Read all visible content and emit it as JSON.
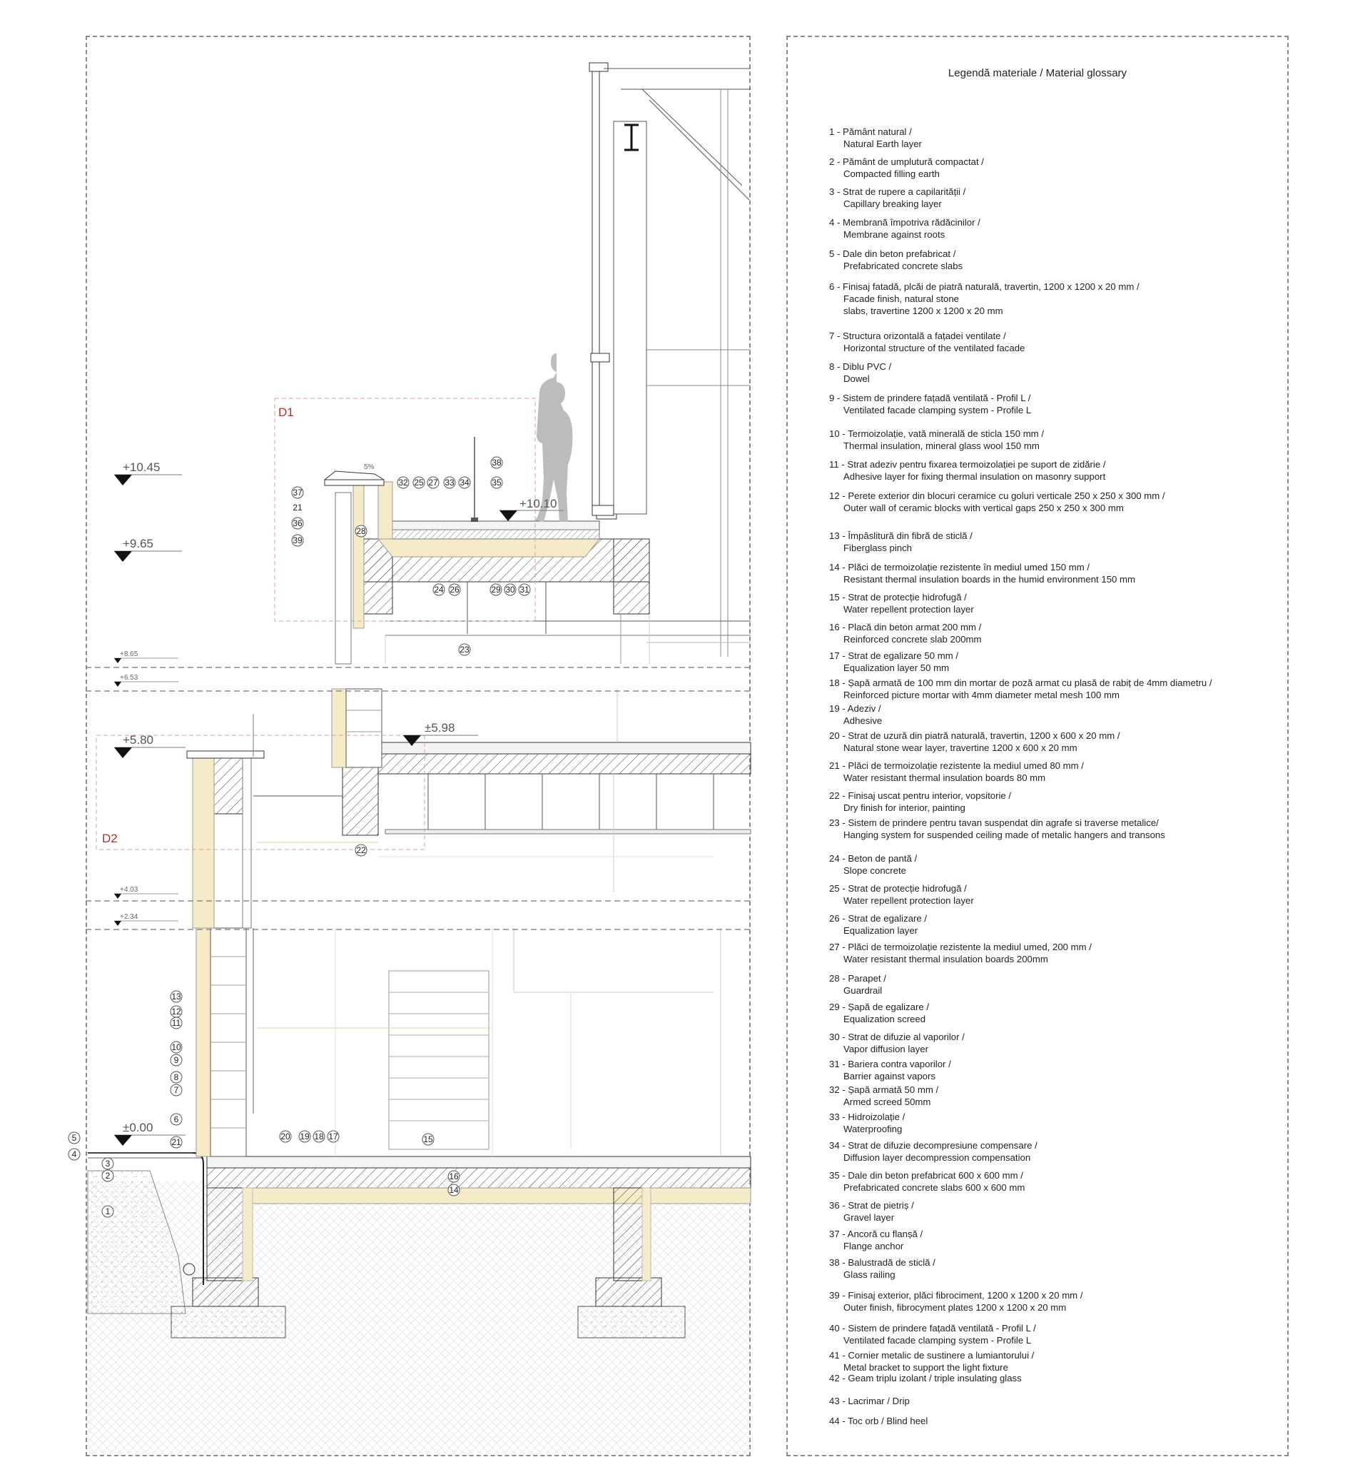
{
  "legend": {
    "title": "Legendă materiale / Material glossary",
    "items": [
      {
        "ro": "1 - Pământ natural /",
        "en": [
          "Natural Earth layer"
        ]
      },
      {
        "ro": "2 - Pământ de umplutură compactat /",
        "en": [
          "Compacted filling earth"
        ]
      },
      {
        "ro": "3 - Strat de rupere a capilarității /",
        "en": [
          "Capillary breaking layer"
        ]
      },
      {
        "ro": "4 - Membrană împotriva rădăcinilor /",
        "en": [
          "Membrane against roots"
        ]
      },
      {
        "ro": "5 - Dale din beton prefabricat /",
        "en": [
          "Prefabricated concrete slabs"
        ]
      },
      {
        "ro": "6 - Finisaj fatadă, plcăi de piatră naturală, travertin, 1200 x 1200 x 20 mm /",
        "en": [
          "Facade finish, natural stone",
          "slabs, travertine  1200 x 1200 x 20 mm"
        ]
      },
      {
        "ro": "7 - Structura orizontală a fațadei ventilate /",
        "en": [
          "Horizontal structure of the ventilated facade"
        ]
      },
      {
        "ro": "8 - Diblu PVC /",
        "en": [
          "Dowel"
        ]
      },
      {
        "ro": "9 - Sistem de prindere fațadă ventilată - Profil L /",
        "en": [
          "Ventilated facade clamping system - Profile L"
        ]
      },
      {
        "ro": "10 - Termoizolație, vată minerală de sticla 150 mm /",
        "en": [
          "Thermal insulation, mineral glass wool 150 mm"
        ]
      },
      {
        "ro": "11 - Strat adeziv pentru fixarea termoizolației pe suport de zidărie /",
        "en": [
          "Adhesive layer for fixing thermal insulation on masonry support"
        ]
      },
      {
        "ro": "12 - Perete exterior din blocuri ceramice cu goluri verticale 250 x 250 x 300 mm /",
        "en": [
          "Outer wall of ceramic blocks with vertical gaps 250 x 250 x 300 mm"
        ]
      },
      {
        "ro": "13 - Împâslitură din fibră de sticlă /",
        "en": [
          "Fiberglass pinch"
        ]
      },
      {
        "ro": "14 - Plăci de termoizolație rezistente în mediul umed 150 mm /",
        "en": [
          "Resistant thermal insulation boards in the  humid environment 150 mm"
        ]
      },
      {
        "ro": "15 - Strat de protecție hidrofugă /",
        "en": [
          "Water repellent protection layer"
        ]
      },
      {
        "ro": "16 - Placă din beton armat 200 mm /",
        "en": [
          "Reinforced concrete slab 200mm"
        ]
      },
      {
        "ro": "17 - Strat de egalizare  50 mm /",
        "en": [
          "Equalization layer 50 mm"
        ]
      },
      {
        "ro": "18 - Șapă armată de 100 mm din mortar de poză armat cu plasă de rabiț de 4mm diametru /",
        "en": [
          "Reinforced picture mortar with 4mm diameter metal mesh 100 mm"
        ]
      },
      {
        "ro": "19 - Adeziv /",
        "en": [
          "Adhesive"
        ]
      },
      {
        "ro": "20 - Strat de uzură din piatră naturală, travertin, 1200 x 600 x 20 mm /",
        "en": [
          "Natural stone wear layer, travertine 1200 x 600 x 20 mm"
        ]
      },
      {
        "ro": "21 - Plăci de termoizolație rezistente la mediul umed 80 mm /",
        "en": [
          "Water resistant thermal insulation boards 80 mm"
        ]
      },
      {
        "ro": "22 - Finisaj uscat pentru interior, vopsitorie /",
        "en": [
          "Dry finish for interior, painting"
        ]
      },
      {
        "ro": "23 - Sistem de prindere pentru tavan suspendat din agrafe si traverse metalice/",
        "en": [
          "Hanging system for suspended ceiling made of metalic hangers and transons"
        ]
      },
      {
        "ro": "24 - Beton de pantă /",
        "en": [
          "Slope concrete"
        ]
      },
      {
        "ro": "25 - Strat de protecție hidrofugă /",
        "en": [
          "Water repellent protection layer"
        ]
      },
      {
        "ro": "26 - Strat de egalizare /",
        "en": [
          "Equalization layer"
        ]
      },
      {
        "ro": "27 - Plăci de termoizolație rezistente la mediul umed, 200 mm /",
        "en": [
          "Water resistant thermal insulation boards 200mm"
        ]
      },
      {
        "ro": "28 - Parapet /",
        "en": [
          "Guardrail"
        ]
      },
      {
        "ro": "29 - Șapă de egalizare /",
        "en": [
          "Equalization screed"
        ]
      },
      {
        "ro": "30 - Strat de difuzie al vaporilor /",
        "en": [
          "Vapor diffusion layer"
        ]
      },
      {
        "ro": "31 - Bariera contra vaporilor /",
        "en": [
          "Barrier against vapors"
        ]
      },
      {
        "ro": "32 - Șapă armată 50 mm /",
        "en": [
          "Armed screed 50mm"
        ]
      },
      {
        "ro": "33 - Hidroizolație /",
        "en": [
          "Waterproofing"
        ]
      },
      {
        "ro": "34 - Strat de difuzie decompresiune compensare /",
        "en": [
          "Diffusion layer decompression compensation"
        ]
      },
      {
        "ro": "35 - Dale din beton prefabricat 600 x 600 mm /",
        "en": [
          "Prefabricated concrete slabs 600 x 600 mm"
        ]
      },
      {
        "ro": "36 - Strat de pietriș /",
        "en": [
          "Gravel layer"
        ]
      },
      {
        "ro": "37 - Ancoră cu flanșă /",
        "en": [
          "Flange anchor"
        ]
      },
      {
        "ro": "38 - Balustradă de sticlă /",
        "en": [
          "Glass railing"
        ]
      },
      {
        "ro": "39 - Finisaj exterior, plăci fibrociment, 1200 x 1200 x 20 mm /",
        "en": [
          "Outer finish, fibrocyment plates 1200 x 1200 x 20 mm"
        ]
      },
      {
        "ro": "40 - Sistem de prindere fațadă ventilată - Profil L /",
        "en": [
          "Ventilated facade clamping system - Profile L"
        ]
      },
      {
        "ro": "41 - Cornier metalic de sustinere a lumiantorului /",
        "en": [
          "Metal bracket to support the light fixture"
        ]
      },
      {
        "ro": "42 - Geam triplu izolant / triple insulating glass",
        "en": []
      },
      {
        "ro": "43 - Lacrimar / Drip",
        "en": []
      },
      {
        "ro": "44 - Toc orb / Blind heel",
        "en": []
      }
    ]
  },
  "drawing": {
    "details": [
      "D1",
      "D2"
    ],
    "levels": {
      "l1045": "+10.45",
      "l965": "+9.65",
      "l1010": "+10.10",
      "l865": "+8.65",
      "l653": "+6.53",
      "l598": "±5.98",
      "l580": "+5.80",
      "l403": "+4.03",
      "l234": "+2.34",
      "l000": "±0.00"
    },
    "slope": "5%",
    "tags": {
      "t1": "1",
      "t2": "2",
      "t3": "3",
      "t4": "4",
      "t5": "5",
      "t6": "6",
      "t7": "7",
      "t8": "8",
      "t9": "9",
      "t10": "10",
      "t11": "11",
      "t12": "12",
      "t13": "13",
      "t14": "14",
      "t15": "15",
      "t16": "16",
      "t17": "17",
      "t18": "18",
      "t19": "19",
      "t20": "20",
      "t21": "21",
      "t22": "22",
      "t23": "23",
      "t24": "24",
      "t25": "25",
      "t26": "26",
      "t27": "27",
      "t28": "28",
      "t29": "29",
      "t30": "30",
      "t31": "31",
      "t32": "32",
      "t33": "33",
      "t34": "34",
      "t35": "35",
      "t36": "36",
      "t37": "37",
      "t38": "38",
      "t39": "39"
    }
  }
}
